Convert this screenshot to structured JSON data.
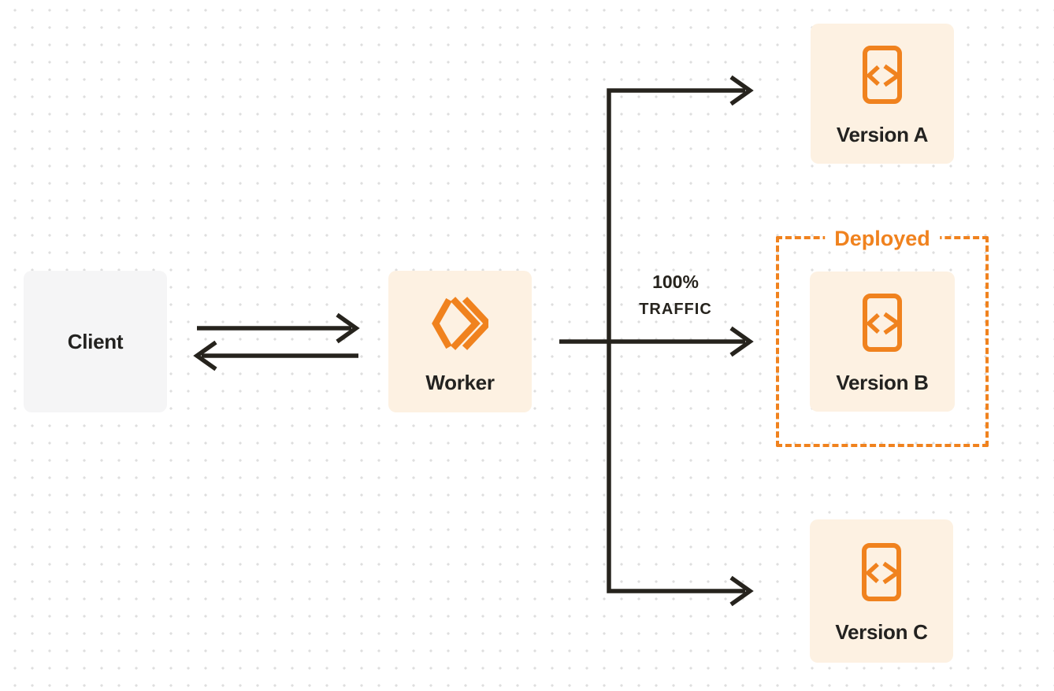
{
  "colors": {
    "accent_orange": "#f0821e",
    "box_cream": "#fdf1e2",
    "box_gray": "#f5f5f6",
    "arrow_dark": "#26231d",
    "text_dark": "#232220",
    "dot_gray": "#dedede",
    "canvas_bg": "#ffffff"
  },
  "nodes": {
    "client": {
      "label": "Client"
    },
    "worker": {
      "label": "Worker",
      "icon": "cloudflare-workers-logo-icon"
    },
    "version_a": {
      "label": "Version A",
      "icon": "code-file-icon"
    },
    "version_b": {
      "label": "Version B",
      "icon": "code-file-icon"
    },
    "version_c": {
      "label": "Version C",
      "icon": "code-file-icon"
    }
  },
  "annotations": {
    "deployed": {
      "label": "Deployed"
    },
    "traffic": {
      "line1": "100%",
      "line2": "TRAFFIC"
    }
  },
  "edges": [
    {
      "from": "client",
      "to": "worker",
      "direction": "right"
    },
    {
      "from": "worker",
      "to": "client",
      "direction": "left"
    },
    {
      "from": "worker",
      "to": "version_a",
      "direction": "right"
    },
    {
      "from": "worker",
      "to": "version_b",
      "direction": "right",
      "label": "100% TRAFFIC"
    },
    {
      "from": "worker",
      "to": "version_c",
      "direction": "right"
    }
  ]
}
